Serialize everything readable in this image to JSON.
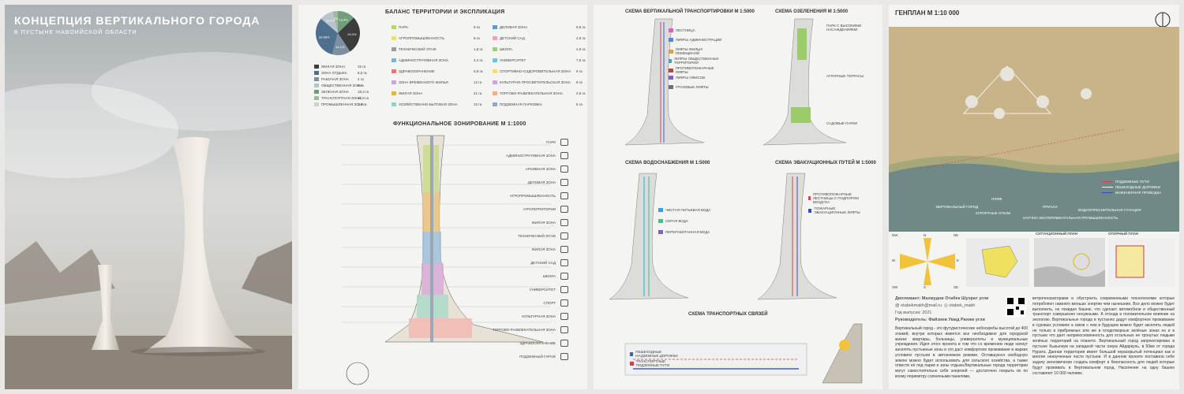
{
  "hero": {
    "title": "КОНЦЕПЦИЯ ВЕРТИКАЛЬНОГО ГОРОДА",
    "subtitle": "В ПУСТЫНЕ НАВОИЙСКОЙ ОБЛАСТИ"
  },
  "balance": {
    "title": "БАЛАНС ТЕРРИТОРИИ И ЭКСПЛИКАЦИЯ",
    "pie_labels": [
      "13,4%",
      "29,3%",
      "14,1%",
      "33,68%",
      "10,4%",
      "4%"
    ],
    "pie_colors": [
      "#6fa07a",
      "#3c3c3c",
      "#7d8fa0",
      "#4f6f8f",
      "#b8c4cc",
      "#a0b8a0"
    ],
    "legend": [
      {
        "label": "ЖИЛАЯ ЗОНА",
        "value": "15 га",
        "color": "#3c3c3c"
      },
      {
        "label": "ЗОНА ОТДЫХА",
        "value": "8,5 га",
        "color": "#4f6f8f"
      },
      {
        "label": "РАБОЧАЯ ЗОНА",
        "value": "4 га",
        "color": "#7d8fa0"
      },
      {
        "label": "ОБЩЕСТВЕННАЯ ЗОНА",
        "value": "9 га",
        "color": "#b8c4cc"
      },
      {
        "label": "ЗЕЛЕНАЯ ЗОНА",
        "value": "18,3 га",
        "color": "#6fa07a"
      },
      {
        "label": "ТРАНСПОРТНАЯ ЗОНА",
        "value": "10,8 га",
        "color": "#a0b8a0"
      },
      {
        "label": "ПРОМЫШЛЕННАЯ ЗОНА",
        "value": "1,3 га",
        "color": "#d0d0d0"
      }
    ],
    "explication_left": [
      {
        "label": "ПАРК",
        "value": "9 га",
        "color": "#b8d66b"
      },
      {
        "label": "АГРОПРОМЫШЛЕННОСТЬ",
        "value": "8 га",
        "color": "#e6e26a"
      },
      {
        "label": "ТЕХНИЧЕСКИЙ ЭТАЖ",
        "value": "1,8 га",
        "color": "#9c9c9c"
      },
      {
        "label": "АДМИНИСТРАТИВНАЯ ЗОНА",
        "value": "4,4 га",
        "color": "#7fb2d9"
      },
      {
        "label": "ЗДРАВООХРАНЕНИЕ",
        "value": "5,8 га",
        "color": "#e37b7b"
      },
      {
        "label": "ЗОНА ВРЕМЕННОГО ЖИЛЬЯ",
        "value": "12 га",
        "color": "#c8a6d9"
      },
      {
        "label": "ЖИЛАЯ ЗОНА",
        "value": "21 га",
        "color": "#e8b04a"
      },
      {
        "label": "ХОЗЯЙСТВЕННО-БЫТОВАЯ ЗОНА",
        "value": "10 га",
        "color": "#8fd1c4"
      }
    ],
    "explication_right": [
      {
        "label": "ДЕЛОВАЯ ЗОНА",
        "value": "9,8 га",
        "color": "#5f9bd6"
      },
      {
        "label": "ДЕТСКИЙ САД",
        "value": "4,9 га",
        "color": "#f2a0c0"
      },
      {
        "label": "ШКОЛА",
        "value": "4,9 га",
        "color": "#9ad06f"
      },
      {
        "label": "УНИВЕРСИТЕТ",
        "value": "7,5 га",
        "color": "#6fc3d9"
      },
      {
        "label": "СПОРТИВНО-ОЗДОРОВИТЕЛЬНАЯ ЗОНА",
        "value": "9 га",
        "color": "#f0e070"
      },
      {
        "label": "КУЛЬТУРНО-ПРОСВЕТИТЕЛЬСКАЯ ЗОНА",
        "value": "8 га",
        "color": "#d9a0e0"
      },
      {
        "label": "ТОРГОВО-РАЗВЛЕКАТЕЛЬНАЯ ЗОНА",
        "value": "2,8 га",
        "color": "#f5b080"
      },
      {
        "label": "ПОДЗЕМНАЯ ПАРКОВКА",
        "value": "5 га",
        "color": "#8fa8c8"
      }
    ]
  },
  "zoning": {
    "title": "ФУНКЦИОНАЛЬНОЕ ЗОНИРОВАНИЕ М 1:1000",
    "labels": [
      "ПАРК",
      "АДМИНИСТРАТИВНАЯ ЗОНА",
      "АРХИВНАЯ ЗОНА",
      "ДЕЛОВАЯ ЗОНА",
      "АГРОПРОМЫШЛЕННОСТЬ",
      "АГРАТЕРРИТОРИИ",
      "ЖИЛАЯ ЗОНА",
      "ТЕХНИЧЕСКИЙ ЭТАЖ",
      "ЖИЛАЯ ЗОНА",
      "ДЕТСКИЙ САД",
      "ШКОЛА",
      "УНИВЕРСИТЕТ",
      "СПОРТ",
      "КУЛЬТУРНАЯ ЗОНА",
      "ТОРГОВО-РАЗВЛЕКАТЕЛЬНАЯ ЗОНА",
      "ЗДРАВООХРАНЕНИЕ",
      "ПОДЗЕМНЫЙ ГАРАЖ"
    ]
  },
  "transport_schema": {
    "title": "СХЕМА ВЕРТИКАЛЬНОЙ ТРАНСПОРТИРОВКИ М 1:5000",
    "legend": [
      "ЛЕСТНИЦА",
      "ЛИФТЫ АДМИНИСТРАЦИИ",
      "ЛИФТЫ ЖИЛЫХ ПОМЕЩЕНИЙ",
      "ЛИФТЫ ОБЩЕСТВЕННЫХ ТЕРРИТОРИЙ",
      "ПРОТИВОПОЖАРНЫЕ ЛИФТЫ",
      "ЛИФТЫ ОФИСОВ",
      "ГРУЗОВЫЕ ЛИФТЫ"
    ]
  },
  "green_schema": {
    "title": "СХЕМА ОЗЕЛЕНЕНИЯ М 1:5000",
    "notes": [
      "ПАРК С ВЫСОКИМИ НАСАЖДЕНИЯМИ",
      "АГРАРНЫЕ ТЕРРАСЫ",
      "САДОВЫЕ ПАРКИ"
    ]
  },
  "water_schema": {
    "title": "СХЕМА ВОДОСНАБЖЕНИЯ М 1:5000",
    "legend": [
      "ЧИСТАЯ ПИТЬЕВАЯ ВОДА",
      "СЕРАЯ ВОДА",
      "ПЕРЕРАБОТАННАЯ ВОДА"
    ]
  },
  "evac_schema": {
    "title": "СХЕМА ЭВАКУАЦИОННЫХ ПУТЕЙ М 1:5000",
    "legend": [
      "ПРОТИВОПОЖАРНЫЕ ЛЕСТНИЦЫ С ПОДПОРОМ ВОЗДУХА",
      "ПОЖАРНЫЕ ЭВАКУАЦИОННЫЕ ЛИФТЫ"
    ]
  },
  "links_schema": {
    "title": "СХЕМА ТРАНСПОРТНЫХ СВЯЗЕЙ",
    "legend": [
      "ПЕШЕХОДНЫЕ НАДЗЕМНЫЕ ДОРОЖКИ",
      "ТРАНСПОРТНЫЕ ПОДЗЕМНЫЕ ПУТИ"
    ]
  },
  "genplan": {
    "title": "ГЕНПЛАН  М 1:10 000",
    "map_legend": [
      "ПОДЗЕМНЫЕ ПУТИ",
      "ПЕШЕХОДНЫЕ ДОРОЖКИ",
      "ИНЖЕНЕРНАЯ ПРОВОДКА"
    ],
    "map_labels": [
      "ВЕРТИКАЛЬНЫЙ ГОРОД",
      "ПЛЯЖ",
      "КУРОРТНЫЕ ОТЕЛИ",
      "ПРИЧАЛ",
      "НАУЧНО-ЭКСПЕРИМЕНТАЛЬНАЯ ПРОМЫШЛЕННОСТЬ",
      "ВОДООПРЕСНИТЕЛЬНАЯ СТАНЦИЯ"
    ],
    "situ_title": "СИТУАЦИОННЫЙ ПЛАН",
    "ref_title": "ОПОРНЫЙ ПЛАН",
    "compass": [
      "NW",
      "N",
      "NE",
      "W",
      "E",
      "SW",
      "S",
      "SE"
    ]
  },
  "credits": {
    "author": "Дипломант: Махмудов Отабек Шухрат угли",
    "email": "otabekmakh@mail.ru",
    "insta": "otabek_makh",
    "year": "Год выпуска: 2021",
    "supervisor": "Руководитель: Файзиев Умид Рахим угли"
  },
  "description": {
    "col1": "Вертикальный город - это футуристические небоскребы высотой до 400 этажей, внутри которых имеется все необходимое для городской жизни: квартиры, больницы, университеты и муниципальные учреждения. Идея этого проекта в том что со временем люди начнут заселять пустынные зоны и это даст комфортное проживание в жарких условиях пустыни в автономном режиме. Оставшуюся свободную землю можно будет использовать для сельского хозяйства, а также отвести её под парки и зоны отдыха.Вертикальные города территории могут самостоятельно себя энергией — достаточно покрыть их по всему периметру солнечными панелями,",
    "col2": "ветрогенераторами и обустроить современными технологиями которые потребляют намного меньше энергии чем нынешние. Все дело можно будет выполнить, не покидая башню, что сделает автомобили и общественный транспорт совершенно ненужными. А отсюда и положительное влияние на экологию. Вертикальные города в пустынях дадут комфортное проживание в суровых условиях а связи с чем в будущем можно будет заселять людей не только в прибрежных или же в плодотворные зелёные зонах но и в пустыни что дает неприкосновенность для остальных не тронутых людьми зелёных территорий на планете. Вертикальный город запроектирован в пустыне Кызылкум на западной части озера Айдаркуль, в 50км от города Нурата. Данная территория имеет большой нераскрытый потенциал как и многие неизученные части пустыни. И в данном проекте поставила себе задачу экономически создать комфорт и безопасность для людей которые будут проживать в Вертикальном город. Население на одну башню составляет 10 000 человек."
  },
  "colors": {
    "accent_blue": "#2f5d9b",
    "sky_top": "#b9bec2",
    "sand": "#c9b48a",
    "sea": "#6f8a86"
  }
}
